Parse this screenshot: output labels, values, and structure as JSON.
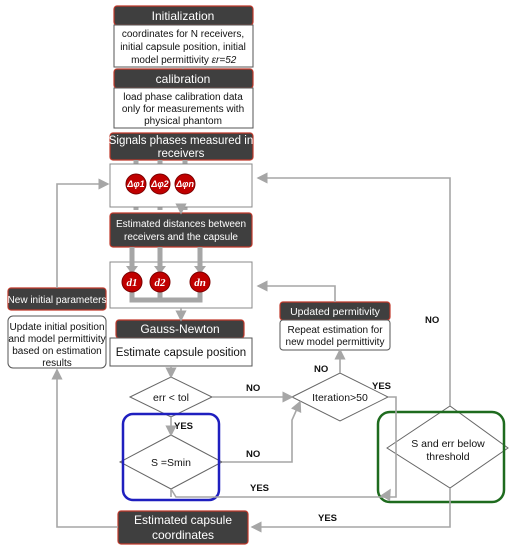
{
  "init": {
    "title": "Initialization",
    "line1": "coordinates for N receivers,",
    "line2": "initial capsule position, initial",
    "line3": "model permittivity",
    "line3_math": "εr=52"
  },
  "calib": {
    "title": "calibration",
    "line1": "load phase calibration data",
    "line2": "only for measurements with",
    "line3": "physical phantom"
  },
  "signals": {
    "line1": "Signals phases measured in",
    "line2": "receivers"
  },
  "phases": [
    "Δφ1",
    "Δφ2",
    "Δφn"
  ],
  "distances_box": {
    "line1": "Estimated distances between",
    "line2": "receivers and the capsule"
  },
  "distances": [
    "d1",
    "d2",
    "dn"
  ],
  "gauss": {
    "title": "Gauss-Newton",
    "body": "Estimate capsule position"
  },
  "new_params": {
    "title": "New initial parameters",
    "line1": "Update initial position",
    "line2": "and model permittivity",
    "line3": "based on estimation",
    "line4": "results"
  },
  "updated_perm": {
    "title": "Updated permitivity",
    "line1": "Repeat estimation for",
    "line2": "new model permittivity"
  },
  "decisions": {
    "err_tol": "err < tol",
    "iteration": "Iteration>50",
    "s_smin": "S =Smin",
    "threshold_line1": "S and err below",
    "threshold_line2": "threshold"
  },
  "edge_labels": {
    "yes": "YES",
    "no": "NO"
  },
  "output": {
    "line1": "Estimated capsule",
    "line2": "coordinates"
  },
  "colors": {
    "header": "#3f3f3f",
    "header_border": "#c0392b",
    "node_red": "#c00000",
    "arrow": "#a6a6a6",
    "highlight_blue": "#1f1fbf",
    "highlight_green": "#1e6b1e"
  }
}
